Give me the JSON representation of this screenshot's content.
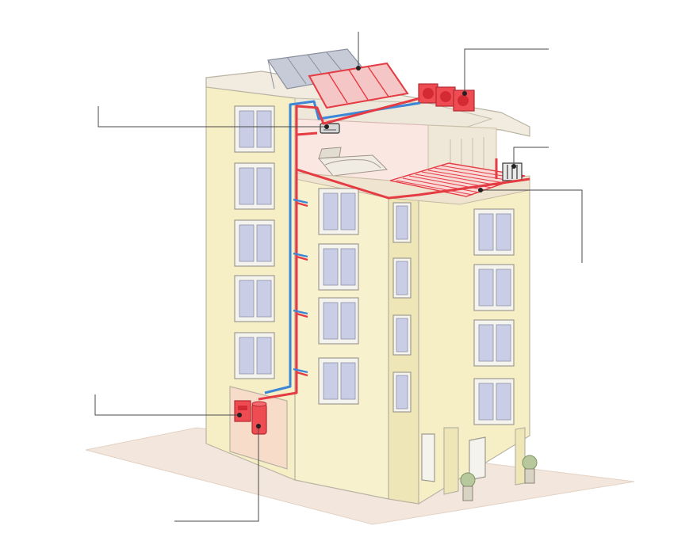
{
  "diagram": {
    "subject": "building-heating-system-cutaway",
    "components": [
      {
        "id": "solar-collectors",
        "icon": "solar-panel-icon"
      },
      {
        "id": "rooftop-heat-pump-units",
        "icon": "heat-pump-icon"
      },
      {
        "id": "indoor-wall-unit",
        "icon": "air-conditioner-icon"
      },
      {
        "id": "radiator",
        "icon": "radiator-icon"
      },
      {
        "id": "underfloor-heating",
        "icon": "underfloor-heating-icon"
      },
      {
        "id": "boiler",
        "icon": "boiler-icon"
      },
      {
        "id": "storage-tank",
        "icon": "water-tank-icon"
      }
    ],
    "colors": {
      "hot_pipe": "#e53b43",
      "cold_pipe": "#3b86d6",
      "highlight": "#ef4b52",
      "facade": "#f6efc6",
      "ground": "#f3e6dc"
    }
  }
}
